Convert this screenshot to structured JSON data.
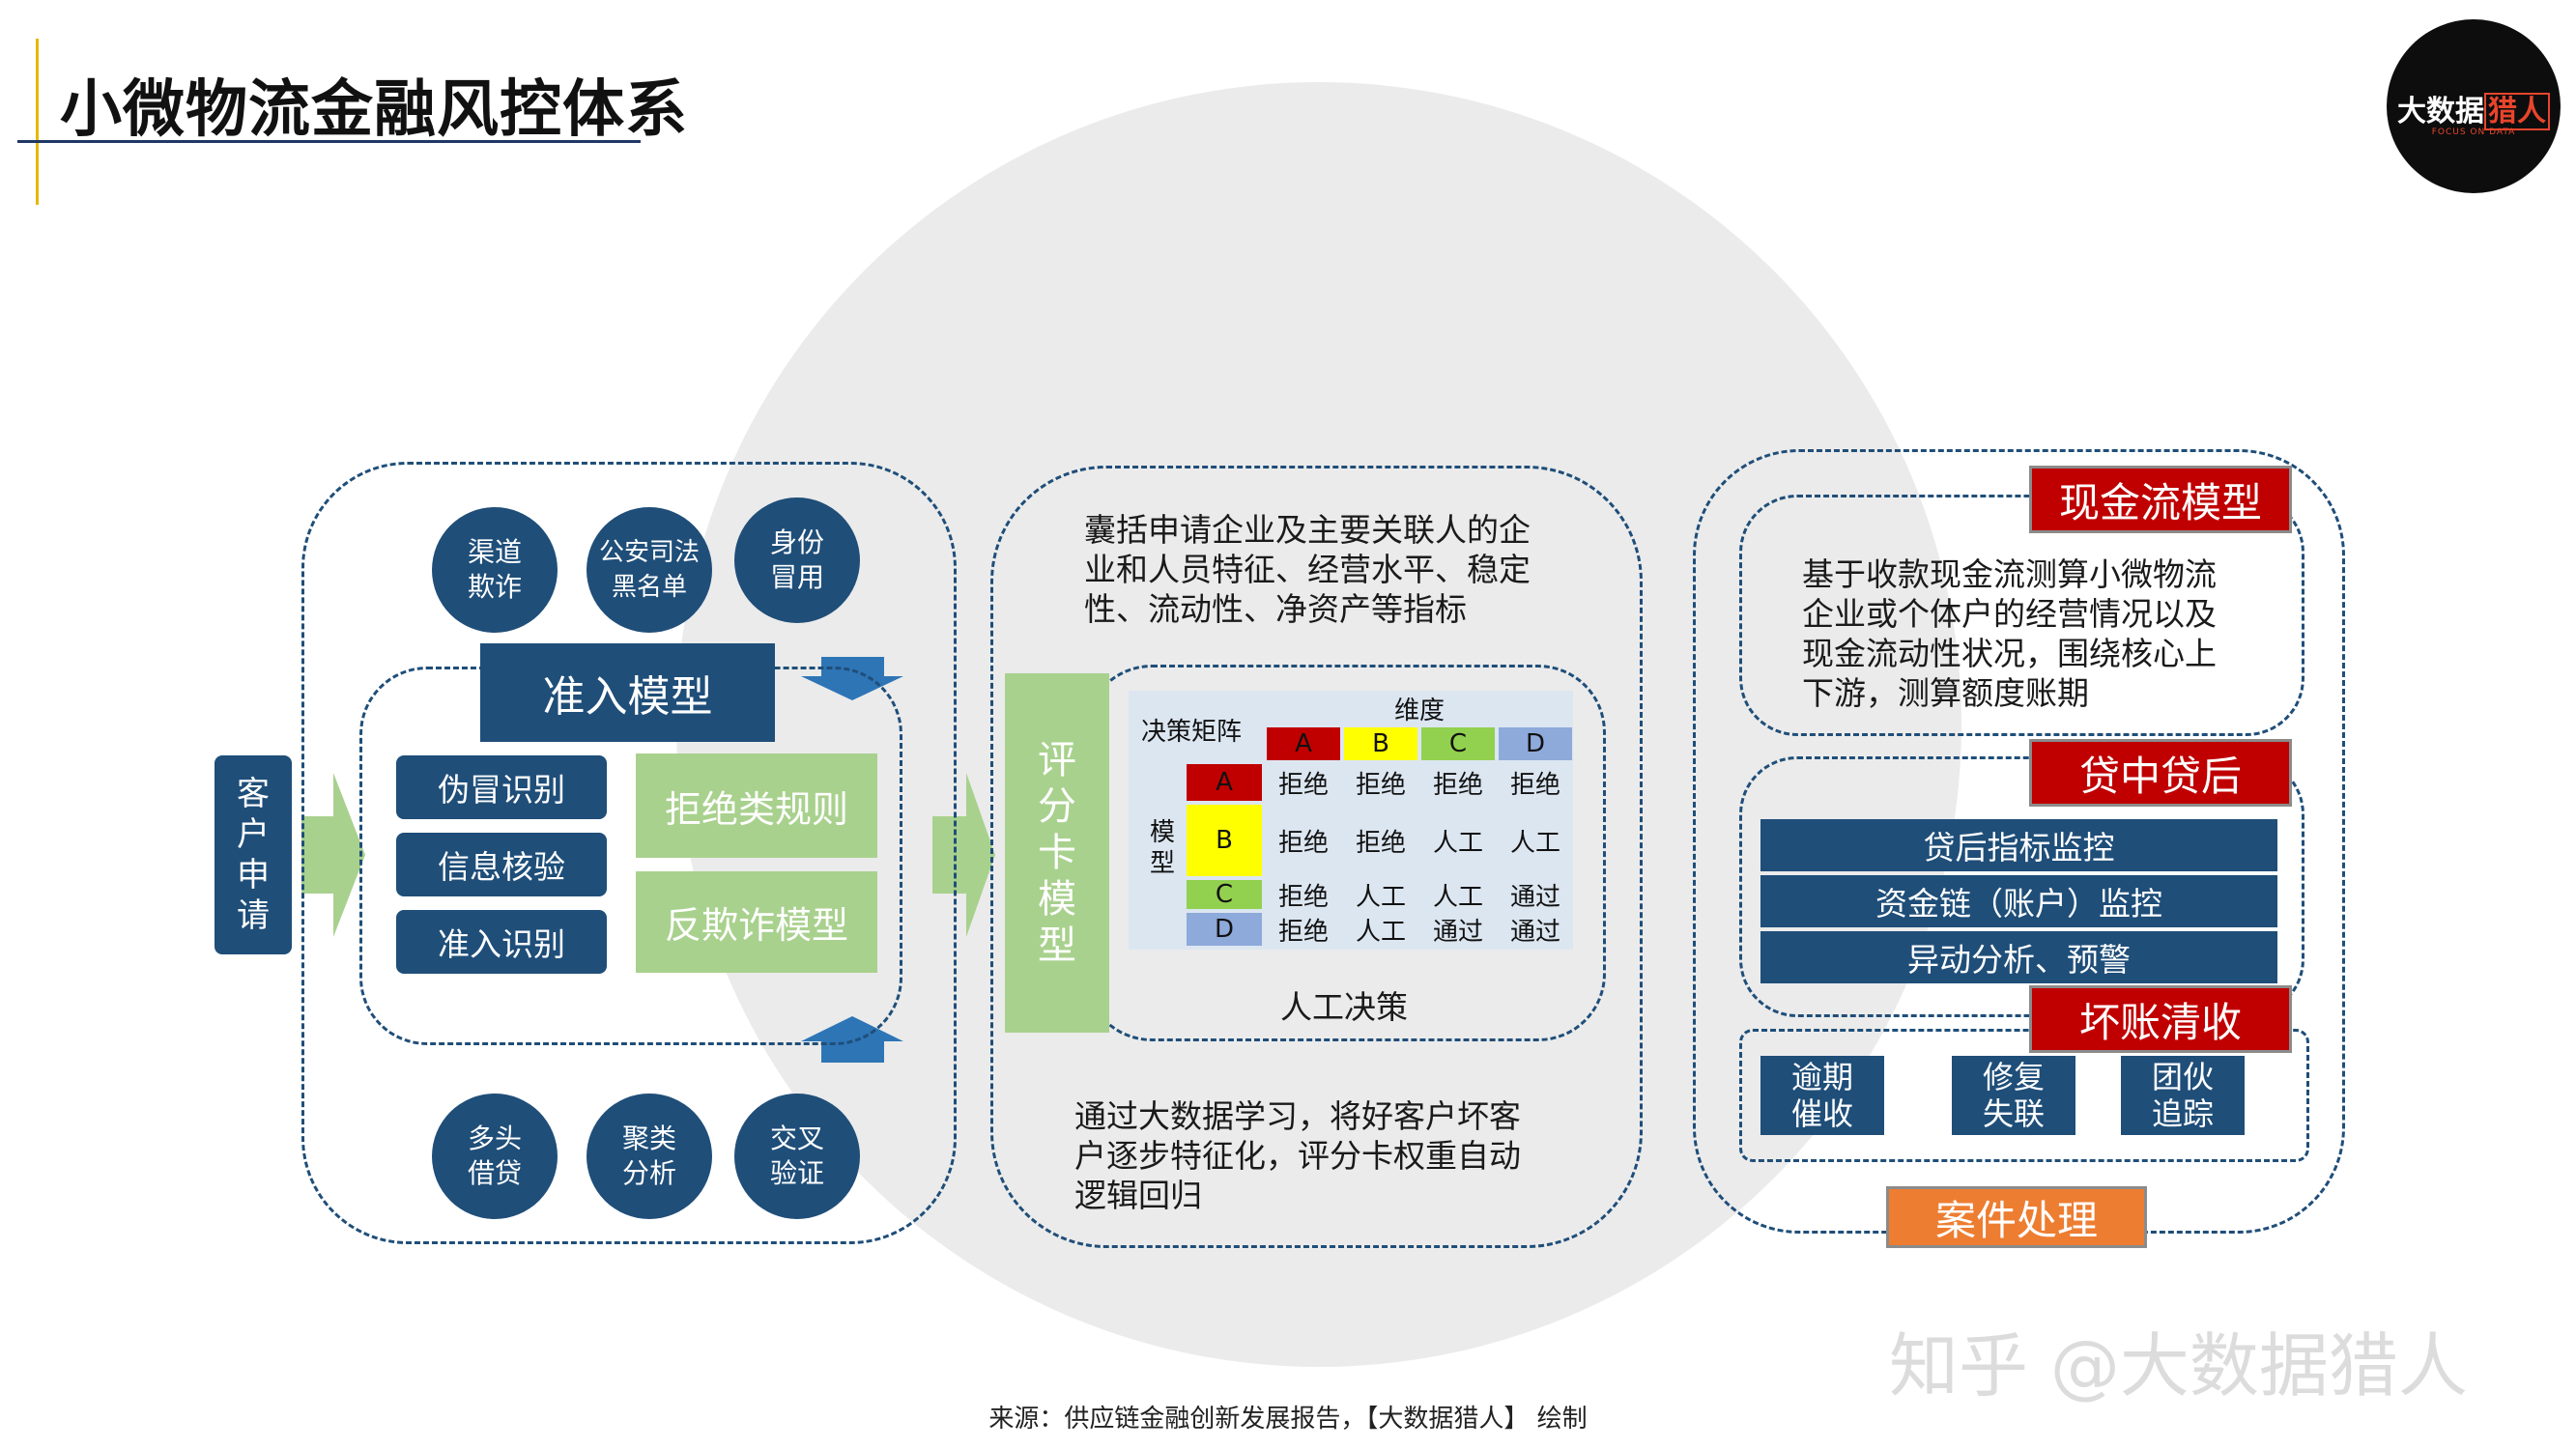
{
  "title": "小微物流金融风控体系",
  "logo": {
    "text_main": "大数据",
    "text_highlight": "猎人",
    "text_sub": "FOCUS ON DATA"
  },
  "client": [
    "客",
    "户",
    "申",
    "请"
  ],
  "left": {
    "top_circles": [
      {
        "line1": "渠道",
        "line2": "欺诈"
      },
      {
        "line1": "公安司法",
        "line2": "黑名单"
      },
      {
        "line1": "身份",
        "line2": "冒用"
      }
    ],
    "bottom_circles": [
      {
        "line1": "多头",
        "line2": "借贷"
      },
      {
        "line1": "聚类",
        "line2": "分析"
      },
      {
        "line1": "交叉",
        "line2": "验证"
      }
    ],
    "access_model": "准入模型",
    "items": [
      "伪冒识别",
      "信息核验",
      "准入识别"
    ],
    "green_items": [
      "拒绝类规则",
      "反欺诈模型"
    ]
  },
  "middle": {
    "top_text": [
      "囊括申请企业及主要关联人的企",
      "业和人员特征、经营水平、稳定",
      "性、流动性、净资产等指标"
    ],
    "score_card": [
      "评",
      "分",
      "卡",
      "模",
      "型"
    ],
    "matrix": {
      "title": "决策矩阵",
      "dimension": "维度",
      "model": [
        "模",
        "型"
      ],
      "cols": [
        {
          "label": "A",
          "color": "#c00000"
        },
        {
          "label": "B",
          "color": "#ffff00"
        },
        {
          "label": "C",
          "color": "#92d050"
        },
        {
          "label": "D",
          "color": "#8eaadb"
        }
      ],
      "rows": [
        {
          "label": "A",
          "color": "#c00000",
          "cells": [
            "拒绝",
            "拒绝",
            "拒绝",
            "拒绝"
          ]
        },
        {
          "label": "B",
          "color": "#ffff00",
          "cells": [
            "拒绝",
            "拒绝",
            "人工",
            "人工"
          ]
        },
        {
          "label": "C",
          "color": "#92d050",
          "cells": [
            "拒绝",
            "人工",
            "人工",
            "通过"
          ]
        },
        {
          "label": "D",
          "color": "#8eaadb",
          "cells": [
            "拒绝",
            "人工",
            "通过",
            "通过"
          ]
        }
      ]
    },
    "manual_decision": "人工决策",
    "bottom_text": [
      "通过大数据学习，将好客户坏客",
      "户逐步特征化，评分卡权重自动",
      "逻辑回归"
    ]
  },
  "right": {
    "cashflow": {
      "label": "现金流模型",
      "text": [
        "基于收款现金流测算小微物流",
        "企业或个体户的经营情况以及",
        "现金流动性状况，围绕核心上",
        "下游，测算额度账期"
      ]
    },
    "inloan": {
      "label": "贷中贷后",
      "bars": [
        "贷后指标监控",
        "资金链（账户）监控",
        "异动分析、预警"
      ]
    },
    "baddebt": {
      "label": "坏账清收",
      "items": [
        {
          "line1": "逾期",
          "line2": "催收"
        },
        {
          "line1": "修复",
          "line2": "失联"
        },
        {
          "line1": "团伙",
          "line2": "追踪"
        }
      ]
    },
    "case": "案件处理"
  },
  "footer": "来源：供应链金融创新发展报告，【大数据猎人】 绘制",
  "watermark": "知乎 @大数据猎人"
}
